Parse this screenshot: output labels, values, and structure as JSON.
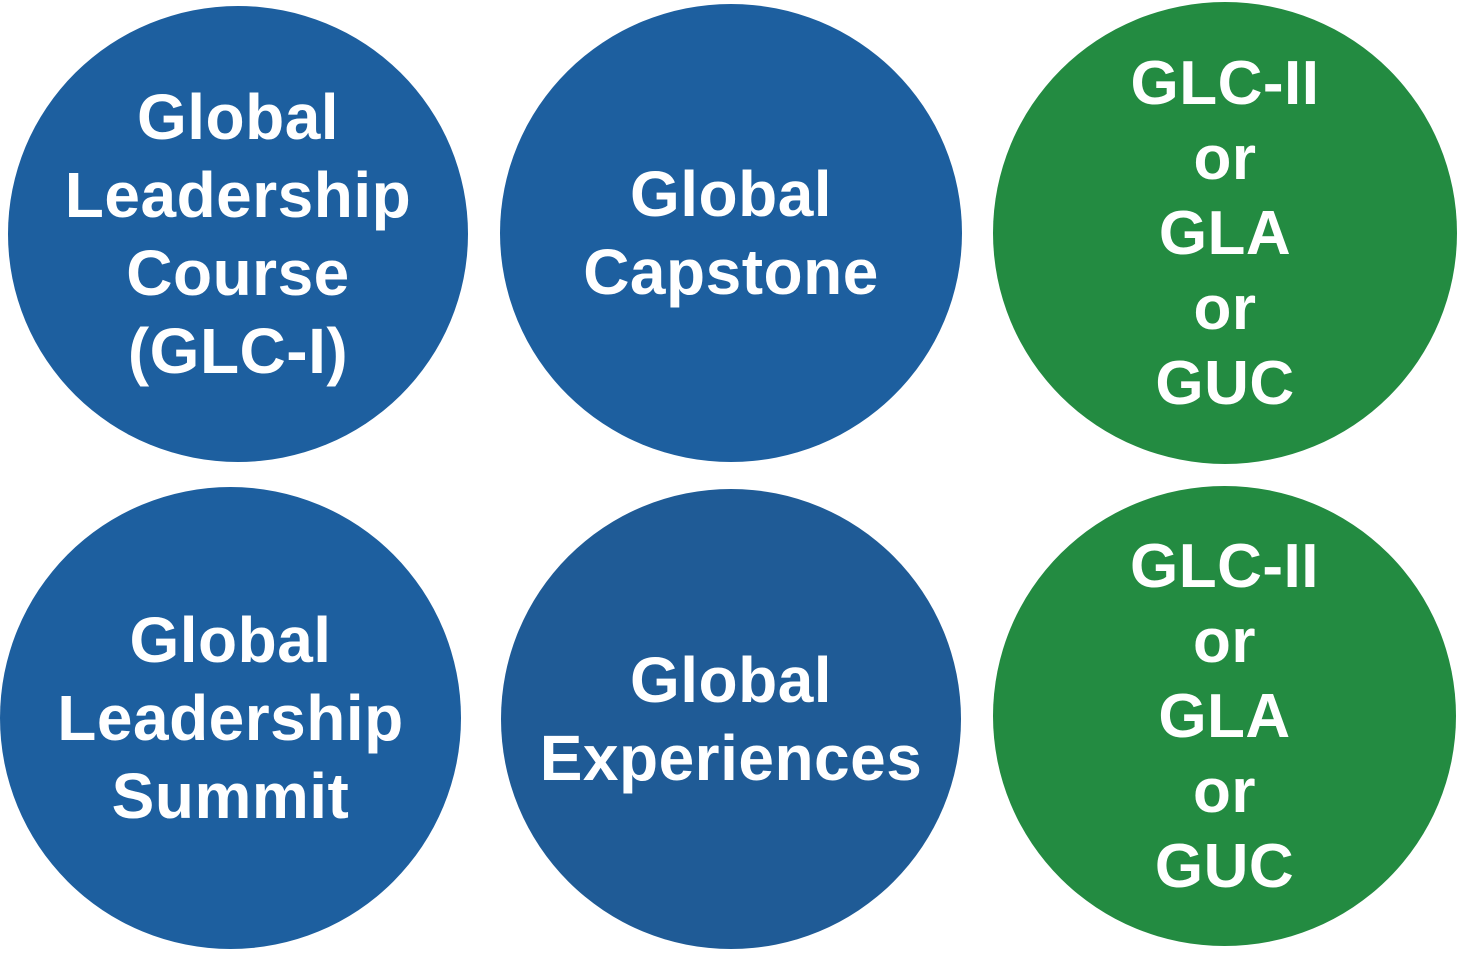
{
  "circles": [
    {
      "lines": [
        "Global",
        "Leadership",
        "Course",
        "(GLC-I)"
      ],
      "color": "#1d5f9f"
    },
    {
      "lines": [
        "Global",
        "Capstone"
      ],
      "color": "#1d5f9f"
    },
    {
      "lines": [
        "GLC-II",
        "or",
        "GLA",
        "or",
        "GUC"
      ],
      "color": "#238b41"
    },
    {
      "lines": [
        "Global",
        "Leadership",
        "Summit"
      ],
      "color": "#1d5f9f"
    },
    {
      "lines": [
        "Global",
        "Experiences"
      ],
      "color": "#1f5b96"
    },
    {
      "lines": [
        "GLC-II",
        "or",
        "GLA",
        "or",
        "GUC"
      ],
      "color": "#238b41"
    }
  ]
}
